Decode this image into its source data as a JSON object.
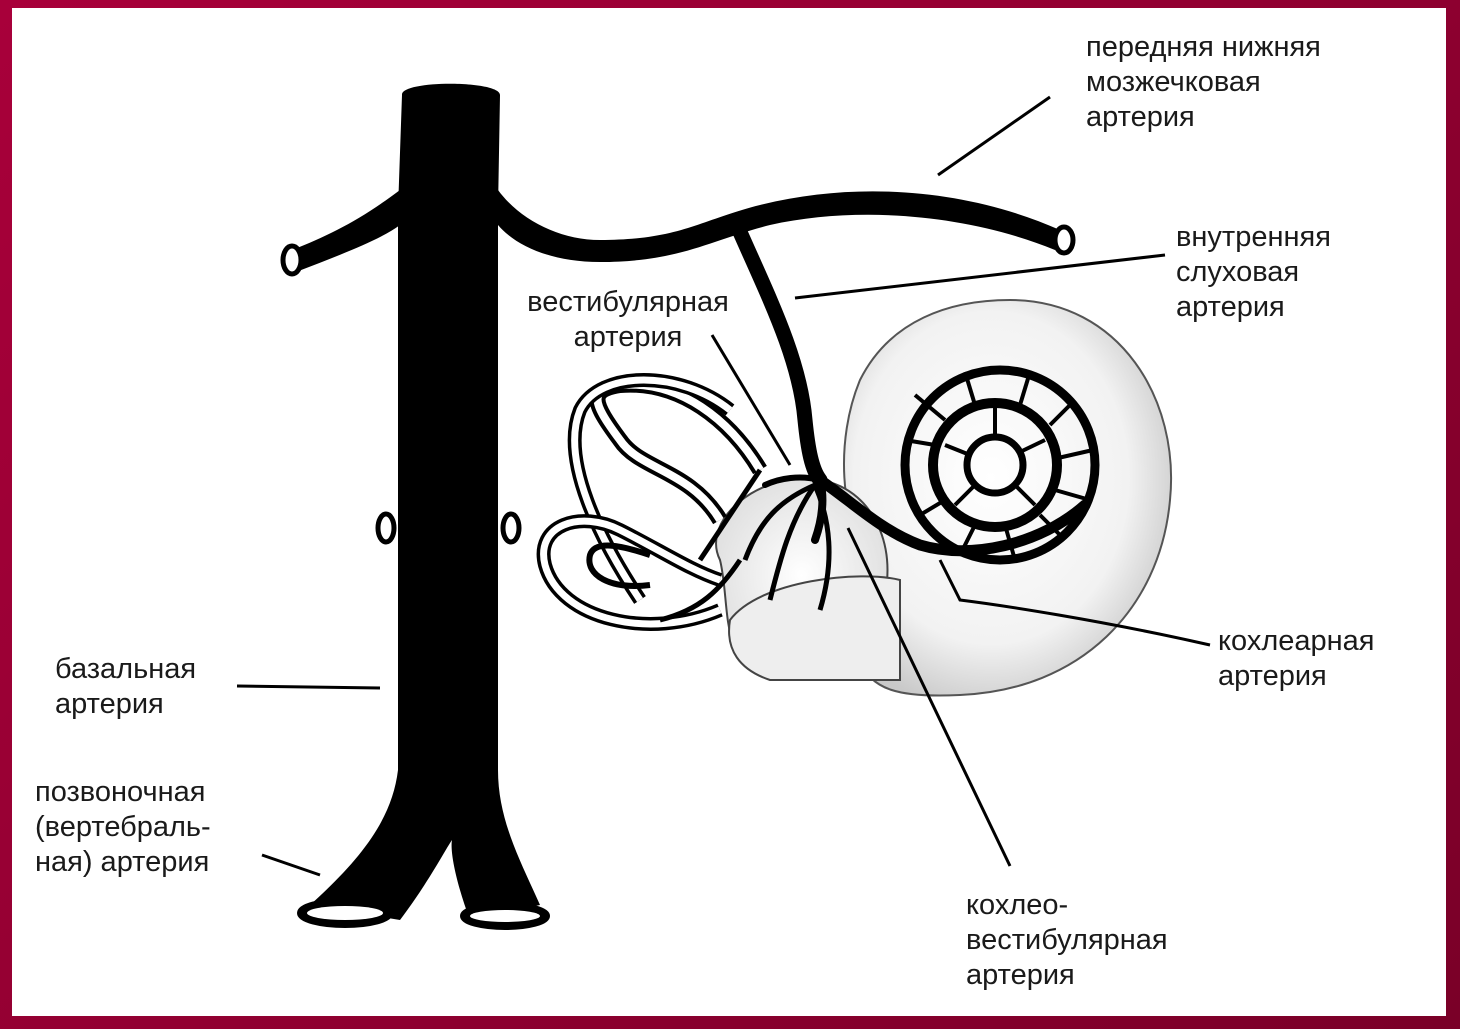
{
  "labels": {
    "anterior_inferior_cerebellar": "передняя нижняя\nмозжечковая\nартерия",
    "internal_auditory": "внутренняя\nслуховая\nартерия",
    "vestibular": "вестибулярная\nартерия",
    "basilar": "базальная\nартерия",
    "vertebral": "позвоночная\n(вертебраль-\nная) артерия",
    "cochlear": "кохлеарная\nартерия",
    "cochleovestibular": "кохлео-\nвестибулярная\nартерия"
  },
  "colors": {
    "frame": "#a8003a",
    "background": "#ffffff",
    "vessel": "#000000",
    "text": "#1a1a1a"
  }
}
